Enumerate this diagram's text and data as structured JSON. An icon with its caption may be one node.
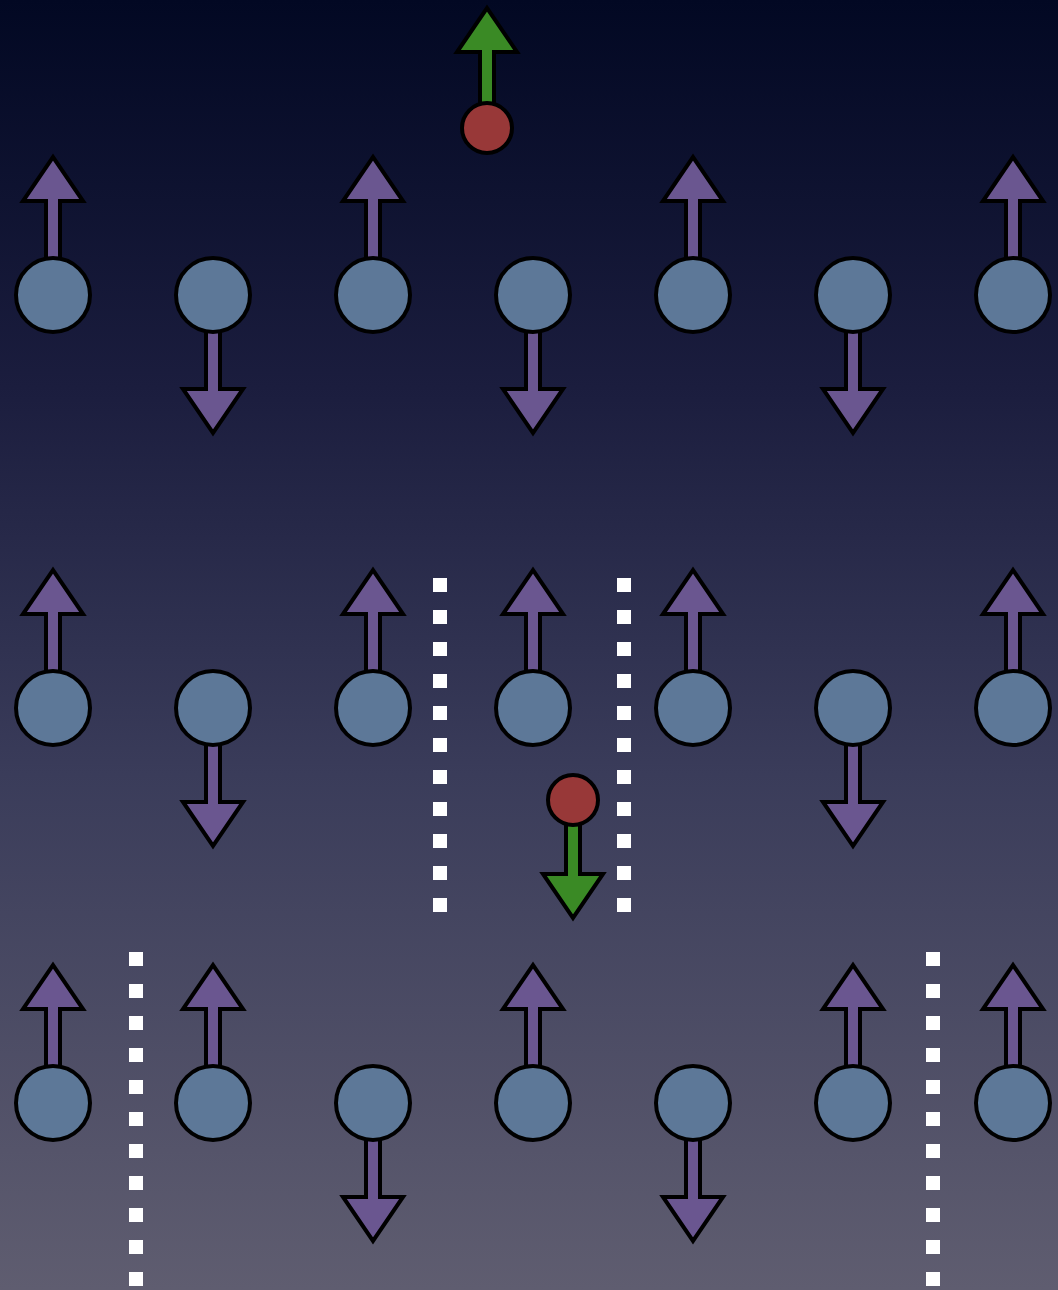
{
  "diagram": {
    "nodes": [
      {
        "text": [],
        "shape": "circle"
      },
      {
        "text": [],
        "shape": "circle"
      },
      {
        "text": [],
        "shape": "circle"
      },
      {
        "text": [],
        "shape": "circle"
      },
      {
        "text": [],
        "shape": "circle"
      },
      {
        "text": [],
        "shape": "circle"
      },
      {
        "text": [],
        "shape": "circle"
      },
      {
        "text": [],
        "shape": "circle"
      },
      {
        "text": [],
        "shape": "circle"
      },
      {
        "text": [],
        "shape": "circle"
      },
      {
        "text": [],
        "shape": "circle"
      },
      {
        "text": [],
        "shape": "circle"
      },
      {
        "text": [],
        "shape": "circle"
      },
      {
        "text": [],
        "shape": "circle"
      },
      {
        "text": [],
        "shape": "circle"
      },
      {
        "text": [],
        "shape": "circle"
      },
      {
        "text": [],
        "shape": "circle"
      },
      {
        "text": [],
        "shape": "circle"
      },
      {
        "text": [],
        "shape": "circle"
      },
      {
        "text": [],
        "shape": "circle"
      },
      {
        "text": [],
        "shape": "circle"
      },
      {
        "text": [],
        "shape": "circle"
      },
      {
        "text": [],
        "shape": "circle"
      }
    ]
  }
}
